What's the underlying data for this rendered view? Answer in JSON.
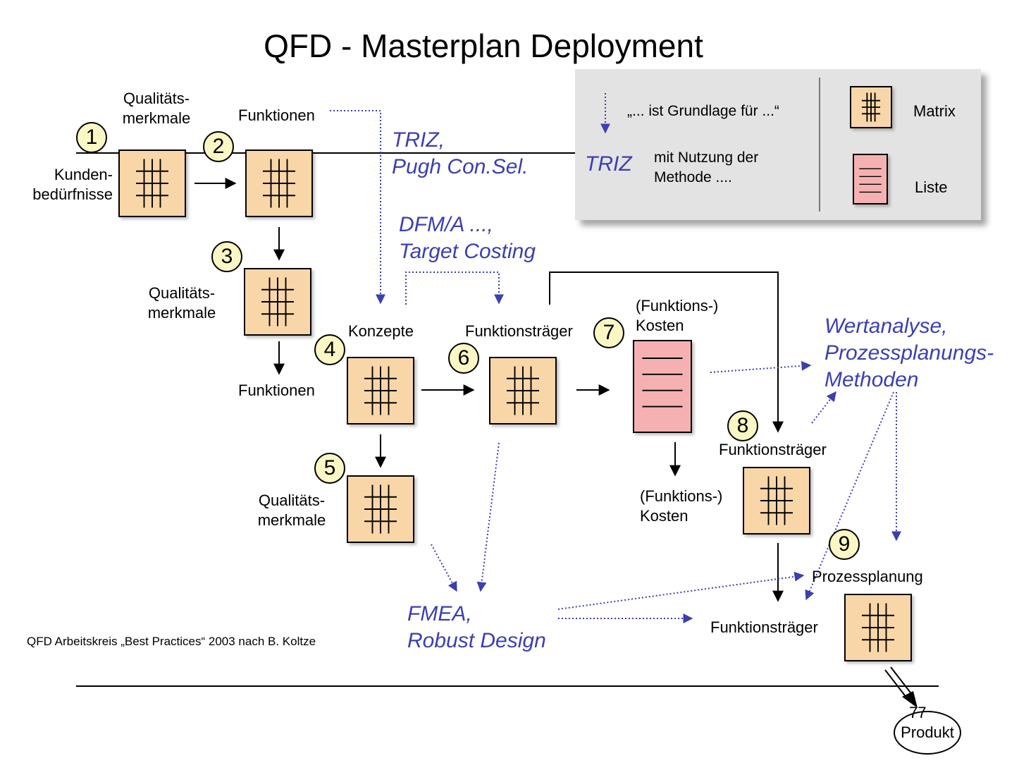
{
  "title": "QFD - Masterplan Deployment",
  "steps": {
    "s1": {
      "number": "1",
      "input": "Kunden-\nbedürfnisse",
      "output": "Qualitäts-\nmerkmale"
    },
    "s2": {
      "number": "2",
      "output": "Funktionen"
    },
    "s3": {
      "number": "3",
      "input": "Qualitäts-\nmerkmale",
      "output": "Funktionen"
    },
    "s4": {
      "number": "4",
      "output": "Konzepte"
    },
    "s5": {
      "number": "5",
      "input": "Qualitäts-\nmerkmale"
    },
    "s6": {
      "number": "6",
      "output": "Funktionsträger"
    },
    "s7": {
      "number": "7",
      "output": "(Funktions-)\nKosten"
    },
    "s8": {
      "number": "8",
      "output": "Funktionsträger",
      "input": "(Funktions-)\nKosten"
    },
    "s9": {
      "number": "9",
      "output": "Prozessplanung",
      "input": "Funktionsträger"
    }
  },
  "methods": {
    "triz_pugh": "TRIZ,\nPugh Con.Sel.",
    "dfma": "DFM/A ...,\nTarget Costing",
    "wertanalyse": "Wertanalyse,\nProzessplanungs-\nMethoden",
    "fmea": "FMEA,\nRobust Design"
  },
  "legend": {
    "basis_label": "„... ist Grundlage für ...“",
    "triz": "TRIZ",
    "method_label": "mit Nutzung der\nMethode ....",
    "matrix_label": "Matrix",
    "list_label": "Liste"
  },
  "footer": "QFD Arbeitskreis „Best Practices“ 2003 nach B. Koltze",
  "page_number": "77",
  "product": "Produkt",
  "colors": {
    "method_blue": "#3b3fb0",
    "matrix_fill": "#f9d6a8",
    "list_fill": "#f5b1b1",
    "number_fill": "#fbf7c4",
    "legend_bg": "#e3e3e3"
  }
}
